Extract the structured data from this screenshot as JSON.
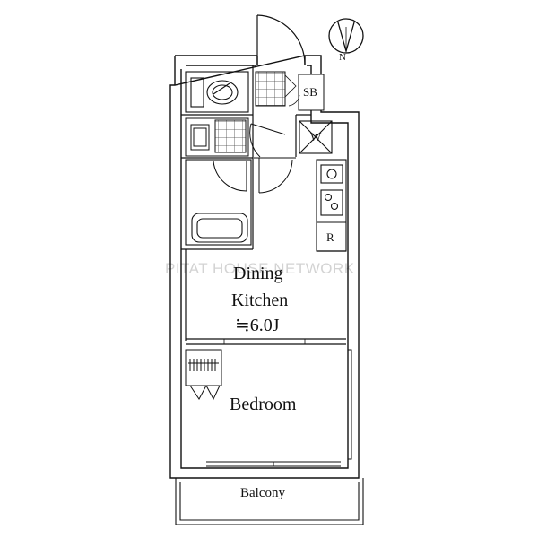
{
  "plan": {
    "rooms": {
      "dining_kitchen": {
        "line1": "Dining",
        "line2": "Kitchen",
        "size": "≒6.0J"
      },
      "bedroom": {
        "label": "Bedroom"
      },
      "balcony": {
        "label": "Balcony"
      },
      "shoe_box": {
        "label": "SB"
      },
      "washer": {
        "label": "W"
      },
      "fridge": {
        "label": "R"
      }
    },
    "compass": {
      "label": "N"
    },
    "watermark": "PITAT HOUSE NETWORK"
  }
}
